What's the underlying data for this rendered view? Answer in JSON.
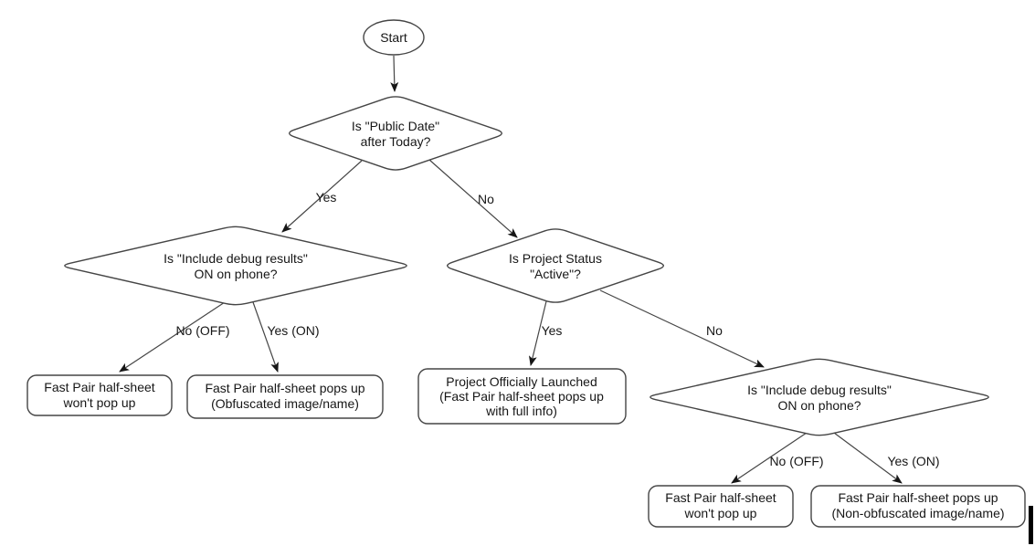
{
  "diagram": {
    "nodes": {
      "start": {
        "label": "Start"
      },
      "decision_public_date": {
        "lines": [
          "Is \"Public Date\"",
          "after Today?"
        ]
      },
      "decision_debug_left": {
        "lines": [
          "Is \"Include debug results\"",
          "ON on phone?"
        ]
      },
      "decision_project_status": {
        "lines": [
          "Is Project Status",
          "\"Active\"?"
        ]
      },
      "decision_debug_right": {
        "lines": [
          "Is \"Include debug results\"",
          "ON on phone?"
        ]
      },
      "result_no_popup_left": {
        "lines": [
          "Fast Pair half-sheet",
          "won't pop up"
        ]
      },
      "result_obfuscated": {
        "lines": [
          "Fast Pair half-sheet pops up",
          "(Obfuscated image/name)"
        ]
      },
      "result_launched": {
        "lines": [
          "Project Officially Launched",
          "(Fast Pair half-sheet pops up",
          "with full info)"
        ]
      },
      "result_no_popup_right": {
        "lines": [
          "Fast Pair half-sheet",
          "won't pop up"
        ]
      },
      "result_non_obfuscated": {
        "lines": [
          "Fast Pair half-sheet pops up",
          "(Non-obfuscated image/name)"
        ]
      }
    },
    "edge_labels": {
      "public_date_yes": "Yes",
      "public_date_no": "No",
      "debug_left_no": "No (OFF)",
      "debug_left_yes": "Yes (ON)",
      "project_status_yes": "Yes",
      "project_status_no": "No",
      "debug_right_no": "No (OFF)",
      "debug_right_yes": "Yes (ON)"
    },
    "colors": {
      "background": "#ffffff",
      "shape_fill": "#ffffff",
      "shape_stroke": "#454545",
      "text": "#161616",
      "arrowhead": "#161616",
      "caret": "#000000"
    }
  }
}
